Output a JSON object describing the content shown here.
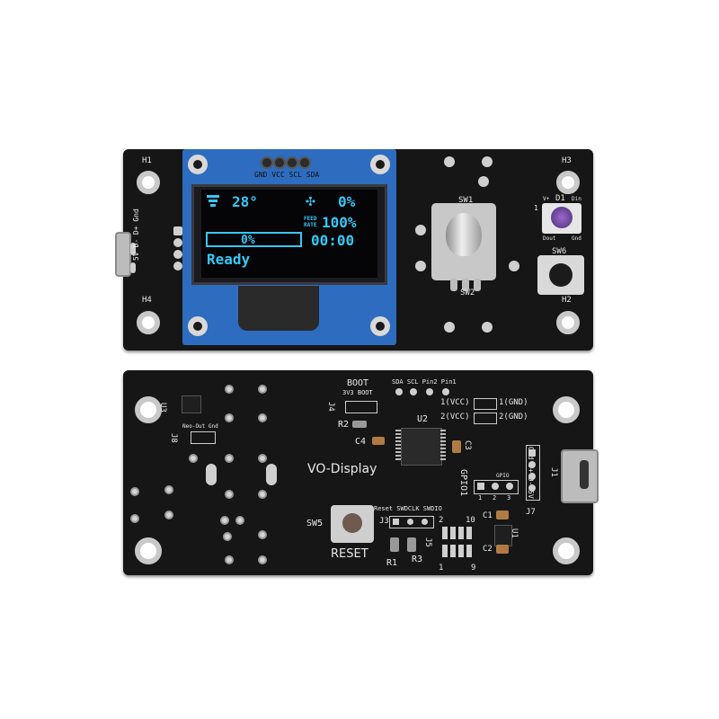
{
  "top_board": {
    "labels": {
      "h1": "H1",
      "h2": "H2",
      "h3": "H3",
      "h4": "H4",
      "oled_pins": "GND VCC SCL SDA",
      "sw1": "SW1",
      "d1": "D1",
      "sw6": "SW6",
      "sw2": "SW2",
      "vplus": "V+",
      "din": "Din",
      "dout": "Dout",
      "gnd": "Gnd",
      "one": "1",
      "usb_pins": "5V D- D+ Gnd"
    },
    "screen": {
      "temp": "28°",
      "fan": "0%",
      "feed_label_1": "FEED",
      "feed_label_2": "RATE",
      "feed": "100%",
      "progress": "0%",
      "time": "00:00",
      "status": "Ready",
      "progress_fraction": 0
    }
  },
  "bottom_board": {
    "labels": {
      "title": "VO-Display",
      "boot": "BOOT",
      "v3_boot": "3V3 BOOT",
      "j4": "J4",
      "r2": "R2",
      "c4": "C4",
      "u3": "U3",
      "j8": "J8",
      "neo": "Neo-Out Gnd",
      "pins": "SDA SCL Pin2 Pin1",
      "vcc1": "1(VCC)",
      "gnd1": "1(GND)",
      "vcc2": "2(VCC)",
      "gnd2": "2(GND)",
      "u2": "U2",
      "c3": "C3",
      "usb_pins": "Gnd D+ D- 5V",
      "j1": "J1",
      "j7": "J7",
      "gpio1": "GPIO1",
      "gpio": "GPIO",
      "gpio_1": "1",
      "gpio_2": "2",
      "gpio_3": "3",
      "swd": "Reset SWDCLK SWDIO",
      "j3": "J3",
      "two": "2",
      "ten": "10",
      "one": "1",
      "nine": "9",
      "j5": "J5",
      "sw5": "SW5",
      "reset": "RESET",
      "r1": "R1",
      "r3": "R3",
      "c1": "C1",
      "c2": "C2",
      "u1": "U1"
    }
  }
}
